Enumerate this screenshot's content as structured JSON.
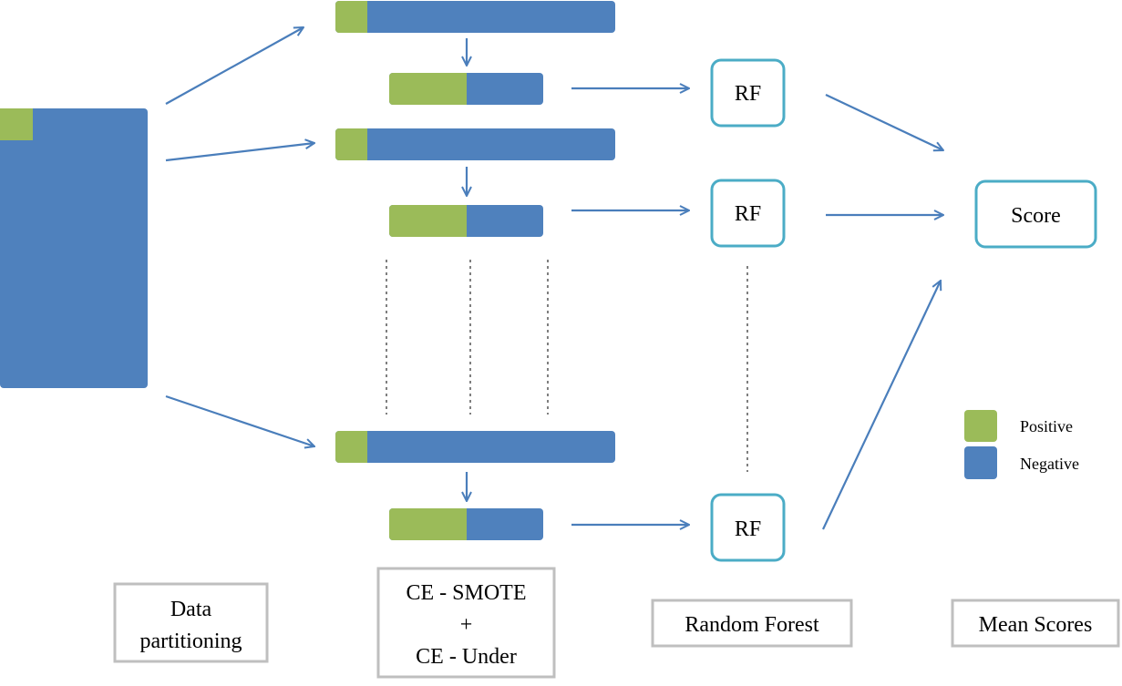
{
  "colors": {
    "positive": "#9BBB59",
    "negative": "#4F81BD",
    "arrow": "#4A7EBB",
    "model_border": "#4BACC6",
    "caption_border": "#BFBFBF",
    "dotted": "#7F7F7F"
  },
  "nodes": {
    "rf_label": "RF",
    "score_label": "Score"
  },
  "captions": {
    "data_partitioning": [
      "Data",
      "partitioning"
    ],
    "resampling": [
      "CE - SMOTE",
      "+",
      "CE - Under"
    ],
    "random_forest": "Random Forest",
    "mean_scores": "Mean Scores"
  },
  "legend": {
    "positive": "Positive",
    "negative": "Negative"
  }
}
